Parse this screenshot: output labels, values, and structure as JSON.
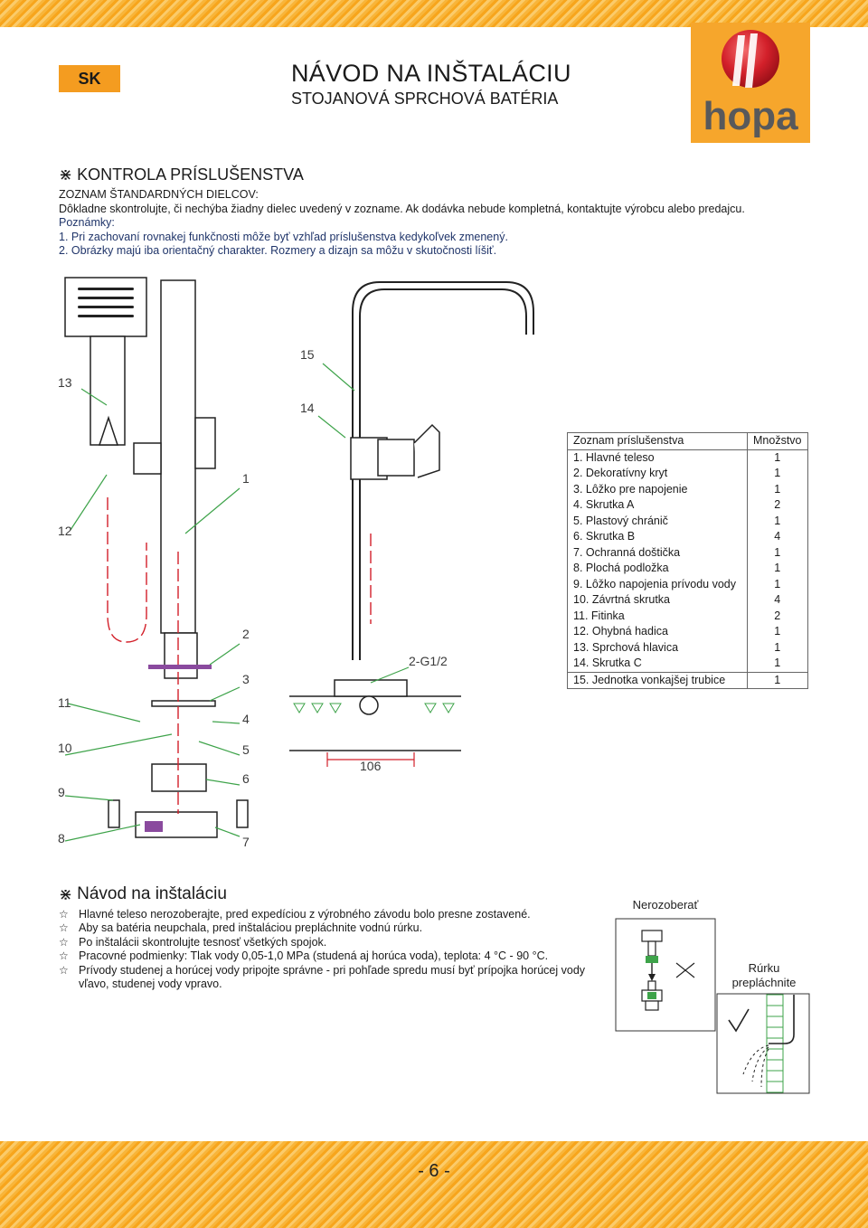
{
  "header": {
    "lang_badge": "SK",
    "title": "NÁVOD NA INŠTALÁCIU",
    "subtitle": "STOJANOVÁ SPRCHOVÁ BATÉRIA",
    "logo_text": "hopa",
    "brand_colors": {
      "orange": "#f49c20",
      "red": "#d3202a",
      "gray": "#58595b"
    }
  },
  "accessories": {
    "heading": "KONTROLA PRÍSLUŠENSTVA",
    "lines": [
      "ZOZNAM ŠTANDARDNÝCH DIELCOV:",
      "Dôkladne skontrolujte, či nechýba žiadny dielec uvedený v zozname. Ak dodávka nebude kompletná, kontaktujte výrobcu alebo predajcu.",
      "Poznámky:",
      "1.  Pri zachovaní rovnakej funkčnosti môže byť vzhľad príslušenstva kedykoľvek zmenený.",
      "2.  Obrázky majú iba orientačný charakter. Rozmery a dizajn sa môžu v skutočnosti líšiť."
    ]
  },
  "diagram_labels": {
    "n1": "1",
    "n2": "2",
    "n3": "3",
    "n4": "4",
    "n5": "5",
    "n6": "6",
    "n7": "7",
    "n8": "8",
    "n9": "9",
    "n10": "10",
    "n11": "11",
    "n12": "12",
    "n13": "13",
    "n14": "14",
    "n15": "15",
    "thread": "2-G1/2",
    "dimension": "106"
  },
  "parts_table": {
    "header": {
      "name": "Zoznam príslušenstva",
      "qty": "Množstvo"
    },
    "rows": [
      {
        "name": "1.  Hlavné teleso",
        "qty": "1"
      },
      {
        "name": "2.  Dekoratívny kryt",
        "qty": "1"
      },
      {
        "name": "3.  Lôžko pre napojenie",
        "qty": "1"
      },
      {
        "name": "4.  Skrutka A",
        "qty": "2"
      },
      {
        "name": "5.  Plastový chránič",
        "qty": "1"
      },
      {
        "name": "6.  Skrutka B",
        "qty": "4"
      },
      {
        "name": "7.  Ochranná doštička",
        "qty": "1"
      },
      {
        "name": "8.  Plochá podložka",
        "qty": "1"
      },
      {
        "name": "9.  Lôžko napojenia prívodu vody",
        "qty": "1"
      },
      {
        "name": "10. Závrtná skrutka",
        "qty": "4"
      },
      {
        "name": "11. Fitinka",
        "qty": "2"
      },
      {
        "name": "12. Ohybná hadica",
        "qty": "1"
      },
      {
        "name": "13. Sprchová hlavica",
        "qty": "1"
      },
      {
        "name": "14. Skrutka C",
        "qty": "1"
      },
      {
        "name": "15. Jednotka vonkajšej trubice",
        "qty": "1"
      }
    ]
  },
  "installation": {
    "heading": "Návod na inštaláciu",
    "items": [
      "Hlavné teleso nerozoberajte, pred expedíciou z výrobného závodu bolo presne zostavené.",
      "Aby sa batéria neupchala, pred inštaláciou prepláchnite vodnú rúrku.",
      "Po inštalácii skontrolujte tesnosť všetkých spojok.",
      "Pracovné podmienky: Tlak vody 0,05-1,0 MPa (studená aj horúca voda), teplota: 4 °C - 90 °C.",
      "Prívody studenej a horúcej vody pripojte správne - pri pohľade spredu musí byť prípojka horúcej vody vľavo, studenej vody vpravo."
    ],
    "figure_labels": {
      "no_disassemble": "Nerozoberať",
      "flush_1": "Rúrku",
      "flush_2": "prepláchnite"
    }
  },
  "footer": {
    "page": "- 6 -"
  }
}
